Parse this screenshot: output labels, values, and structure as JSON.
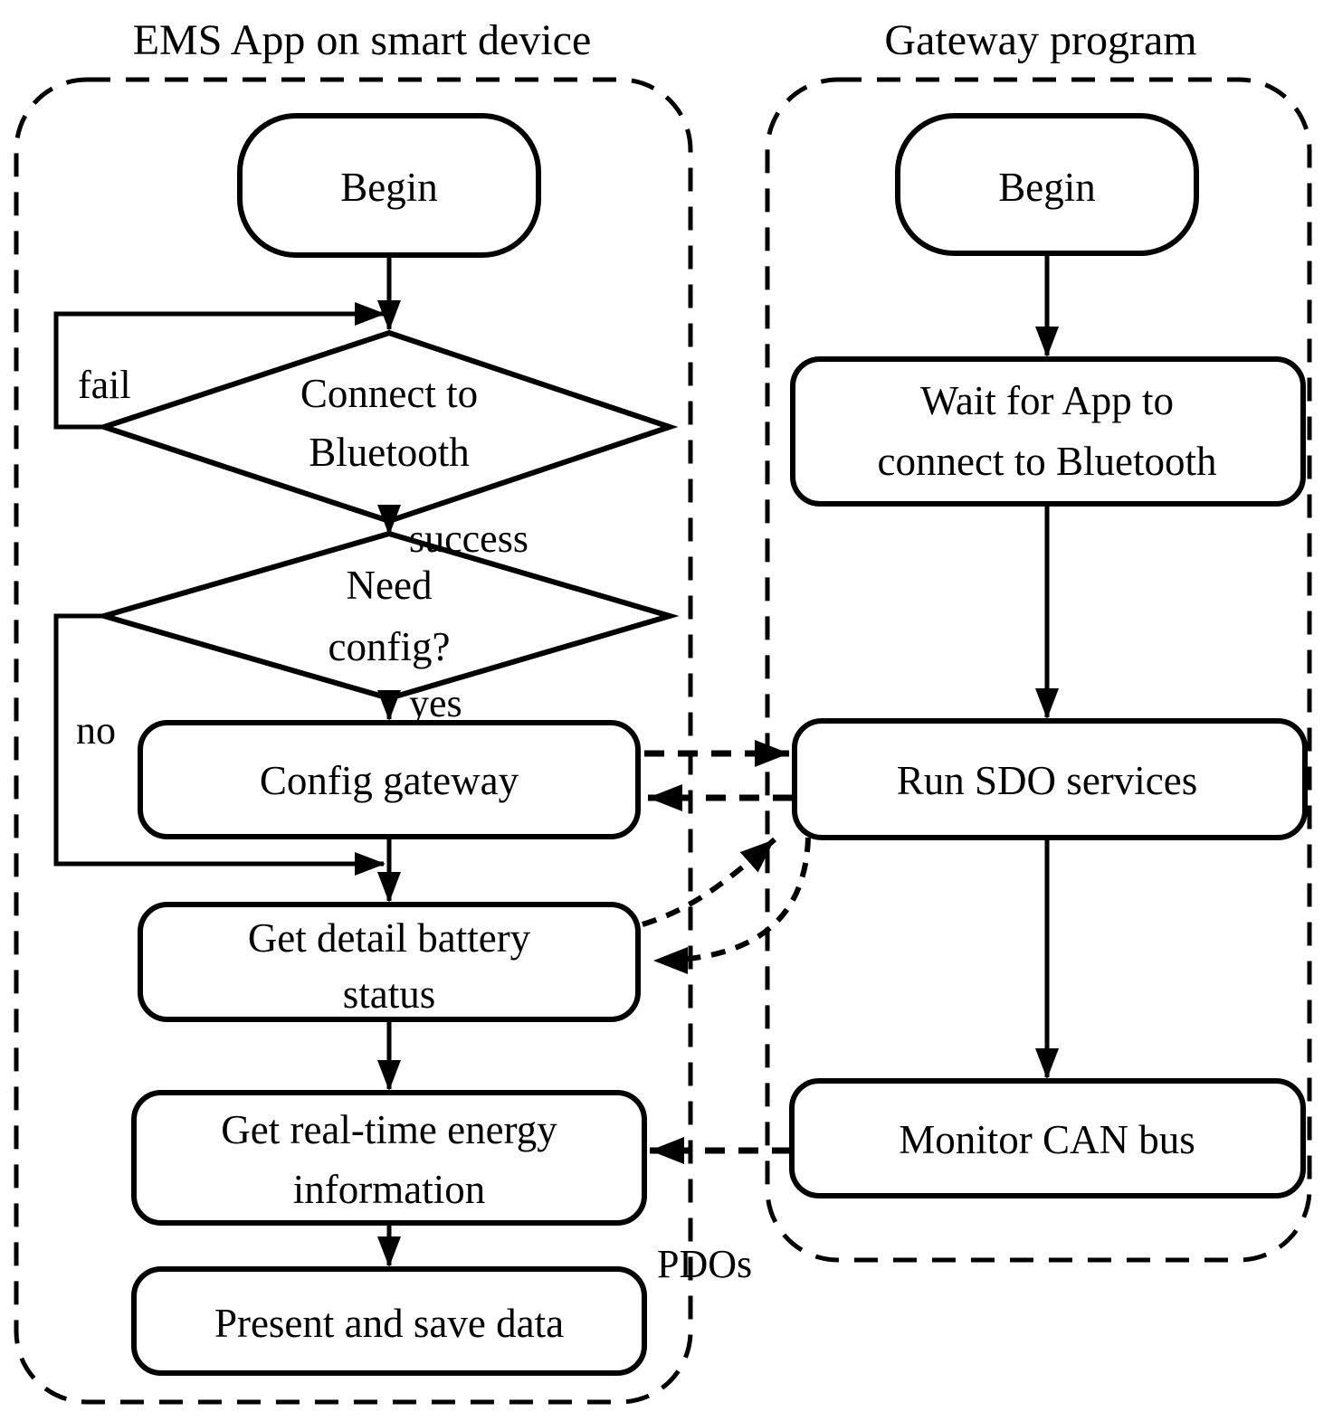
{
  "diagram": {
    "left_lane": {
      "title": "EMS App on smart device",
      "begin": "Begin",
      "connect_decision": {
        "line1": "Connect to",
        "line2": "Bluetooth"
      },
      "fail_label": "fail",
      "success_label": "success",
      "config_decision": {
        "line1": "Need",
        "line2": "config?"
      },
      "no_label": "no",
      "yes_label": "yes",
      "config_box": "Config gateway",
      "battery_box": {
        "line1": "Get detail battery",
        "line2": "status"
      },
      "energy_box": {
        "line1": "Get real-time energy",
        "line2": "information"
      },
      "present_box": "Present and save data"
    },
    "right_lane": {
      "title": "Gateway program",
      "begin": "Begin",
      "wait_box": {
        "line1": "Wait for App to",
        "line2": "connect to Bluetooth"
      },
      "sdo_box": "Run SDO services",
      "monitor_box": "Monitor CAN bus"
    },
    "pdos_label": "PDOs",
    "colors": {
      "ink": "#000000",
      "background": "#ffffff"
    }
  }
}
